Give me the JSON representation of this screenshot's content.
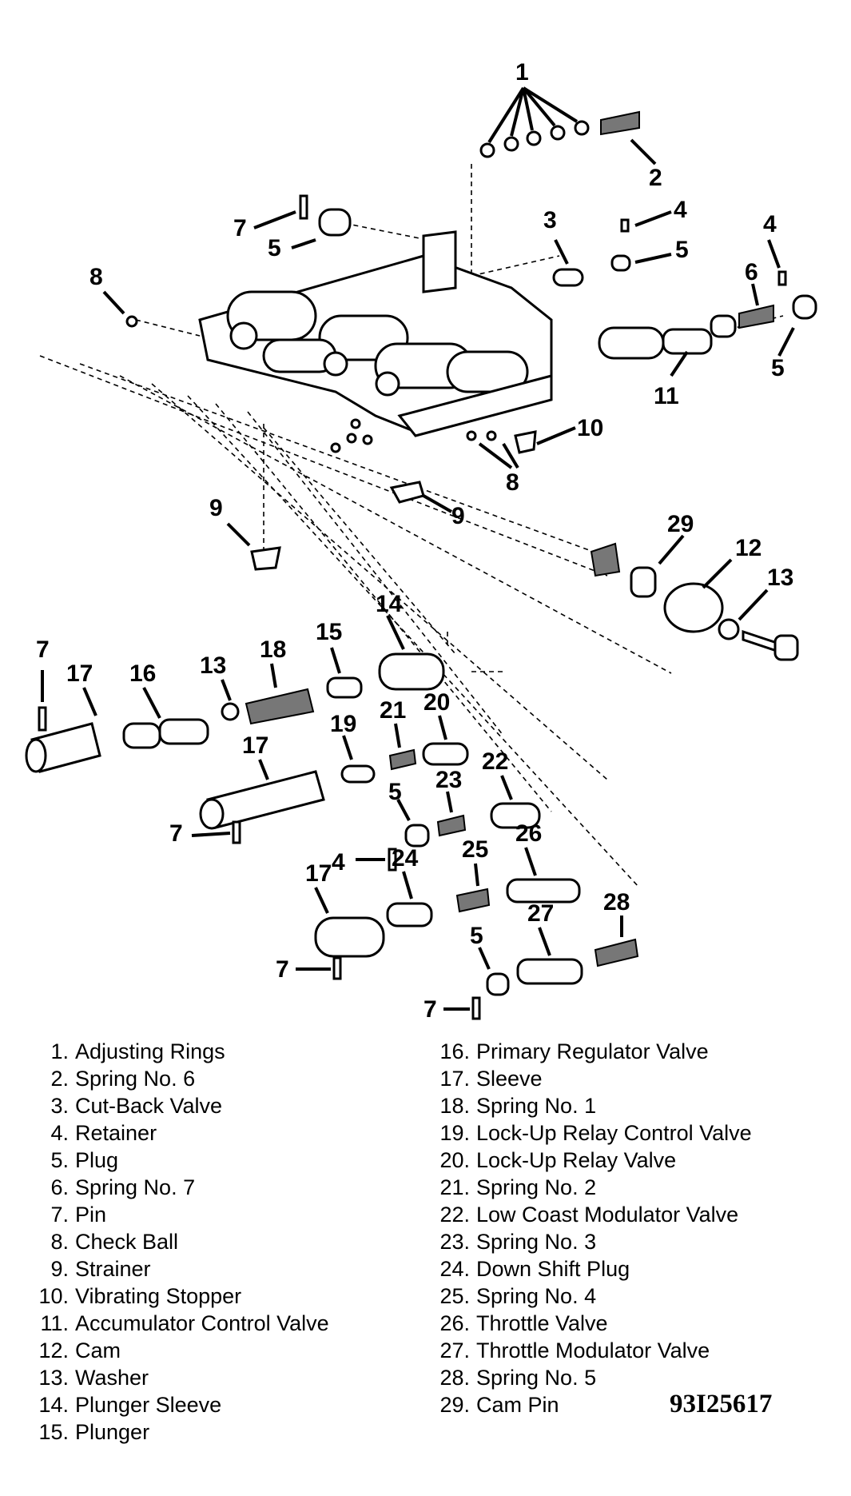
{
  "legend": [
    {
      "num": "1.",
      "label": "Adjusting Rings"
    },
    {
      "num": "2.",
      "label": "Spring No. 6"
    },
    {
      "num": "3.",
      "label": "Cut-Back Valve"
    },
    {
      "num": "4.",
      "label": "Retainer"
    },
    {
      "num": "5.",
      "label": "Plug"
    },
    {
      "num": "6.",
      "label": "Spring No. 7"
    },
    {
      "num": "7.",
      "label": "Pin"
    },
    {
      "num": "8.",
      "label": "Check Ball"
    },
    {
      "num": "9.",
      "label": "Strainer"
    },
    {
      "num": "10.",
      "label": "Vibrating Stopper"
    },
    {
      "num": "11.",
      "label": "Accumulator Control Valve"
    },
    {
      "num": "12.",
      "label": "Cam"
    },
    {
      "num": "13.",
      "label": "Washer"
    },
    {
      "num": "14.",
      "label": "Plunger Sleeve"
    },
    {
      "num": "15.",
      "label": "Plunger"
    },
    {
      "num": "16.",
      "label": "Primary Regulator Valve"
    },
    {
      "num": "17.",
      "label": "Sleeve"
    },
    {
      "num": "18.",
      "label": "Spring No. 1"
    },
    {
      "num": "19.",
      "label": "Lock-Up Relay Control Valve"
    },
    {
      "num": "20.",
      "label": "Lock-Up Relay Valve"
    },
    {
      "num": "21.",
      "label": "Spring No. 2"
    },
    {
      "num": "22.",
      "label": "Low Coast Modulator Valve"
    },
    {
      "num": "23.",
      "label": "Spring No. 3"
    },
    {
      "num": "24.",
      "label": "Down Shift Plug"
    },
    {
      "num": "25.",
      "label": "Spring No. 4"
    },
    {
      "num": "26.",
      "label": "Throttle Valve"
    },
    {
      "num": "27.",
      "label": "Throttle Modulator Valve"
    },
    {
      "num": "28.",
      "label": "Spring No. 5"
    },
    {
      "num": "29.",
      "label": "Cam Pin"
    }
  ],
  "figure_code": "93I25617",
  "callouts": [
    "1",
    "2",
    "3",
    "4",
    "4",
    "4",
    "5",
    "5",
    "5",
    "5",
    "5",
    "6",
    "7",
    "7",
    "7",
    "7",
    "7",
    "8",
    "8",
    "9",
    "9",
    "10",
    "11",
    "12",
    "13",
    "13",
    "14",
    "15",
    "16",
    "17",
    "17",
    "17",
    "18",
    "19",
    "20",
    "21",
    "22",
    "23",
    "24",
    "25",
    "26",
    "27",
    "28",
    "29"
  ]
}
